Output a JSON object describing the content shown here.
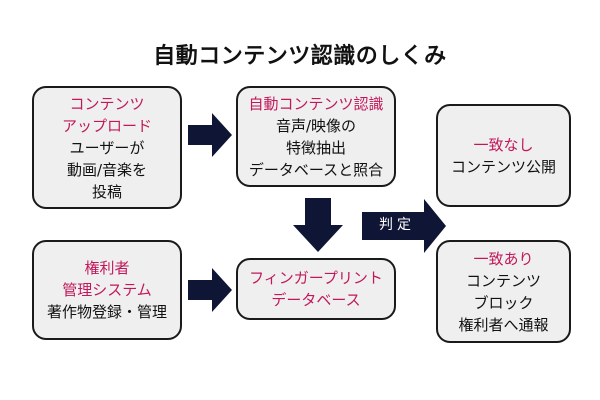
{
  "title": "自動コンテンツ認識のしくみ",
  "colors": {
    "highlight": "#c2185b",
    "arrow": "#0f1535",
    "box_fill": "#efefef"
  },
  "boxes": {
    "upload": {
      "heading": [
        "コンテンツ",
        "アップロード"
      ],
      "body": [
        "ユーザーが",
        "動画/音楽を",
        "投稿"
      ]
    },
    "detect": {
      "heading": [
        "自動コンテンツ認識"
      ],
      "body": [
        "音声/映像の",
        "特徴抽出",
        "データベースと照合"
      ]
    },
    "nomatch": {
      "heading": [
        "一致なし"
      ],
      "body": [
        "コンテンツ公開"
      ]
    },
    "rights": {
      "heading": [
        "権利者",
        "管理システム"
      ],
      "body": [
        "著作物登録・管理"
      ]
    },
    "fingerprint": {
      "heading": [
        "フィンガープリント",
        "データベース"
      ],
      "body": []
    },
    "match": {
      "heading": [
        "一致あり"
      ],
      "body": [
        "コンテンツ",
        "ブロック",
        "権利者へ通報"
      ]
    }
  },
  "judge_label": "判定"
}
